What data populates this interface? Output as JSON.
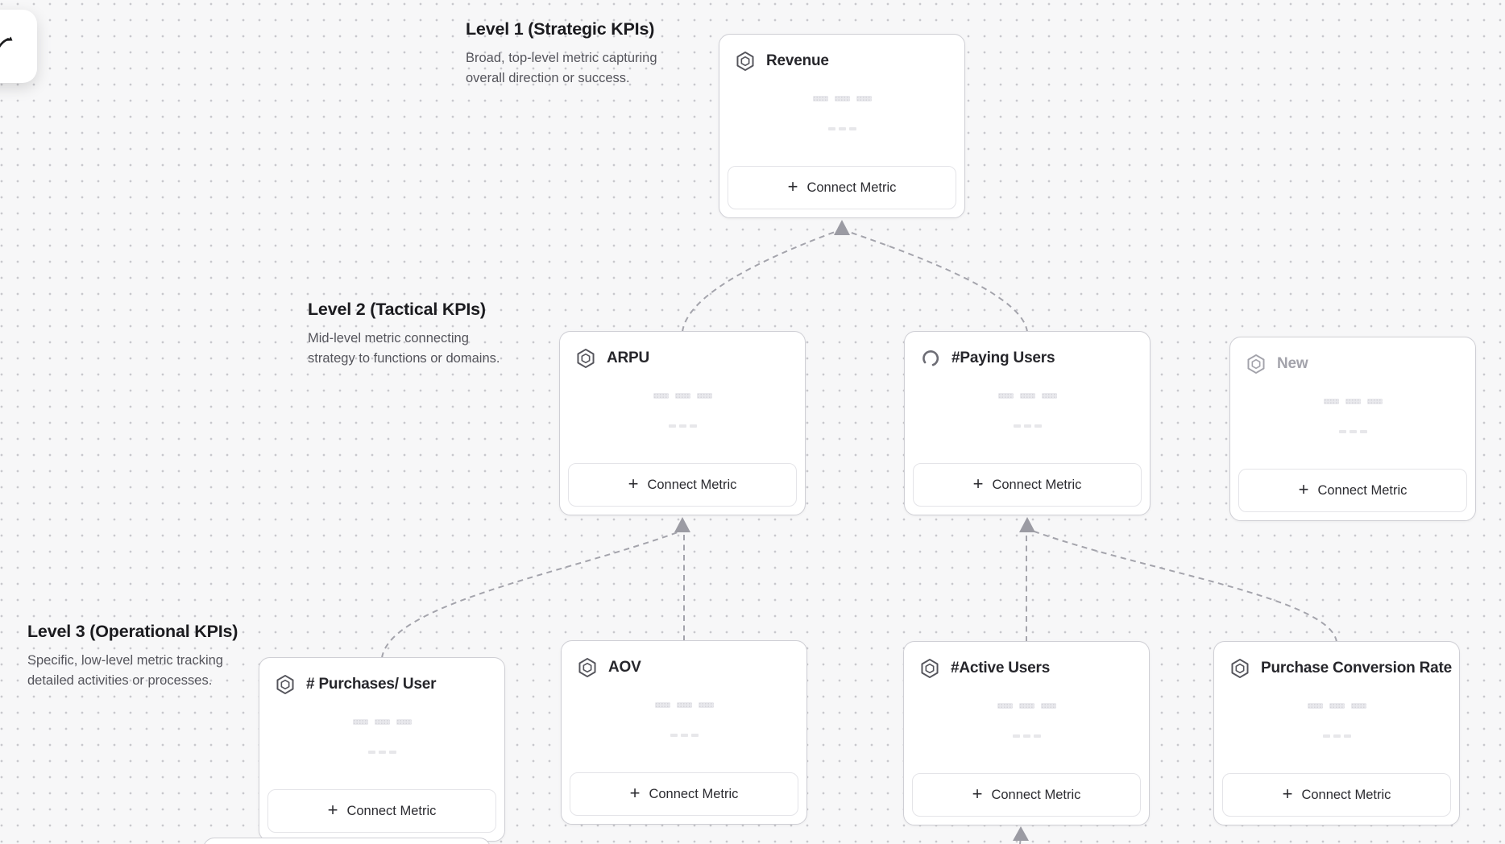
{
  "app": {
    "type": "kpi-metric-tree-canvas",
    "connect_metric_label": "Connect Metric"
  },
  "toolbar": {
    "icon": "cursor-arrow-icon"
  },
  "levels": [
    {
      "title": "Level 1 (Strategic KPIs)",
      "description_lines": [
        "Broad, top-level metric capturing",
        "overall direction or success."
      ]
    },
    {
      "title": "Level 2 (Tactical KPIs)",
      "description_lines": [
        "Mid-level metric connecting",
        "strategy to functions or domains."
      ]
    },
    {
      "title": "Level 3 (Operational KPIs)",
      "description_lines": [
        "Specific, low-level metric tracking",
        "detailed activities or processes."
      ]
    }
  ],
  "cards": [
    {
      "title": "Revenue",
      "level": 1,
      "icon": "metric-hexagon-icon",
      "state": "default"
    },
    {
      "title": "ARPU",
      "level": 2,
      "icon": "metric-hexagon-icon",
      "state": "default"
    },
    {
      "title": "#Paying Users",
      "level": 2,
      "icon": "loading-spinner-icon",
      "state": "loading"
    },
    {
      "title": "New",
      "level": 2,
      "icon": "metric-hexagon-icon",
      "state": "draft"
    },
    {
      "title": "# Purchases/ User",
      "level": 3,
      "icon": "metric-hexagon-icon",
      "state": "default"
    },
    {
      "title": "AOV",
      "level": 3,
      "icon": "metric-hexagon-icon",
      "state": "default"
    },
    {
      "title": "#Active Users",
      "level": 3,
      "icon": "metric-hexagon-icon",
      "state": "default"
    },
    {
      "title": "Purchase Conversion Rate",
      "level": 3,
      "icon": "metric-hexagon-icon",
      "state": "default"
    }
  ],
  "connections": [
    {
      "from": "ARPU",
      "to": "Revenue"
    },
    {
      "from": "#Paying Users",
      "to": "Revenue"
    },
    {
      "from": "# Purchases/ User",
      "to": "ARPU"
    },
    {
      "from": "AOV",
      "to": "ARPU"
    },
    {
      "from": "#Active Users",
      "to": "#Paying Users"
    },
    {
      "from": "Purchase Conversion Rate",
      "to": "#Paying Users"
    },
    {
      "from": "offscreen-below",
      "to": "#Active Users"
    }
  ],
  "colors": {
    "canvas_bg": "#f7f7f8",
    "dot_grid": "#c8c8cd",
    "card_bg": "#ffffff",
    "card_border": "#cfcfd5",
    "title_text": "#26262b",
    "muted_text": "#a3a3ab",
    "description_text": "#55555c",
    "connector": "#a4a4ac",
    "skeleton": "#e9e9ed"
  }
}
